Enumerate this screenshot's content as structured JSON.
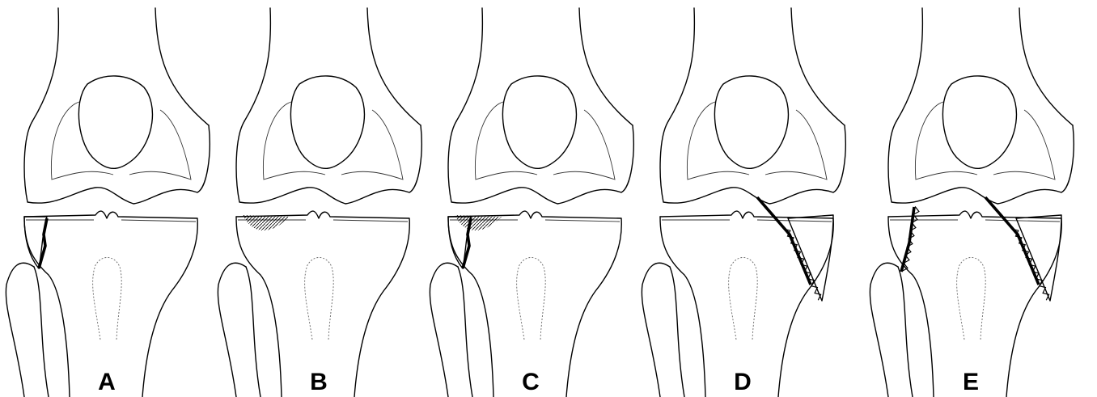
{
  "panels": [
    {
      "id": "A",
      "label": "A",
      "type": "lateral-split"
    },
    {
      "id": "B",
      "label": "B",
      "type": "lateral-depression"
    },
    {
      "id": "C",
      "label": "C",
      "type": "split-depression"
    },
    {
      "id": "D",
      "label": "D",
      "type": "medial-condyle"
    },
    {
      "id": "E",
      "label": "E",
      "type": "bicondylar"
    }
  ]
}
